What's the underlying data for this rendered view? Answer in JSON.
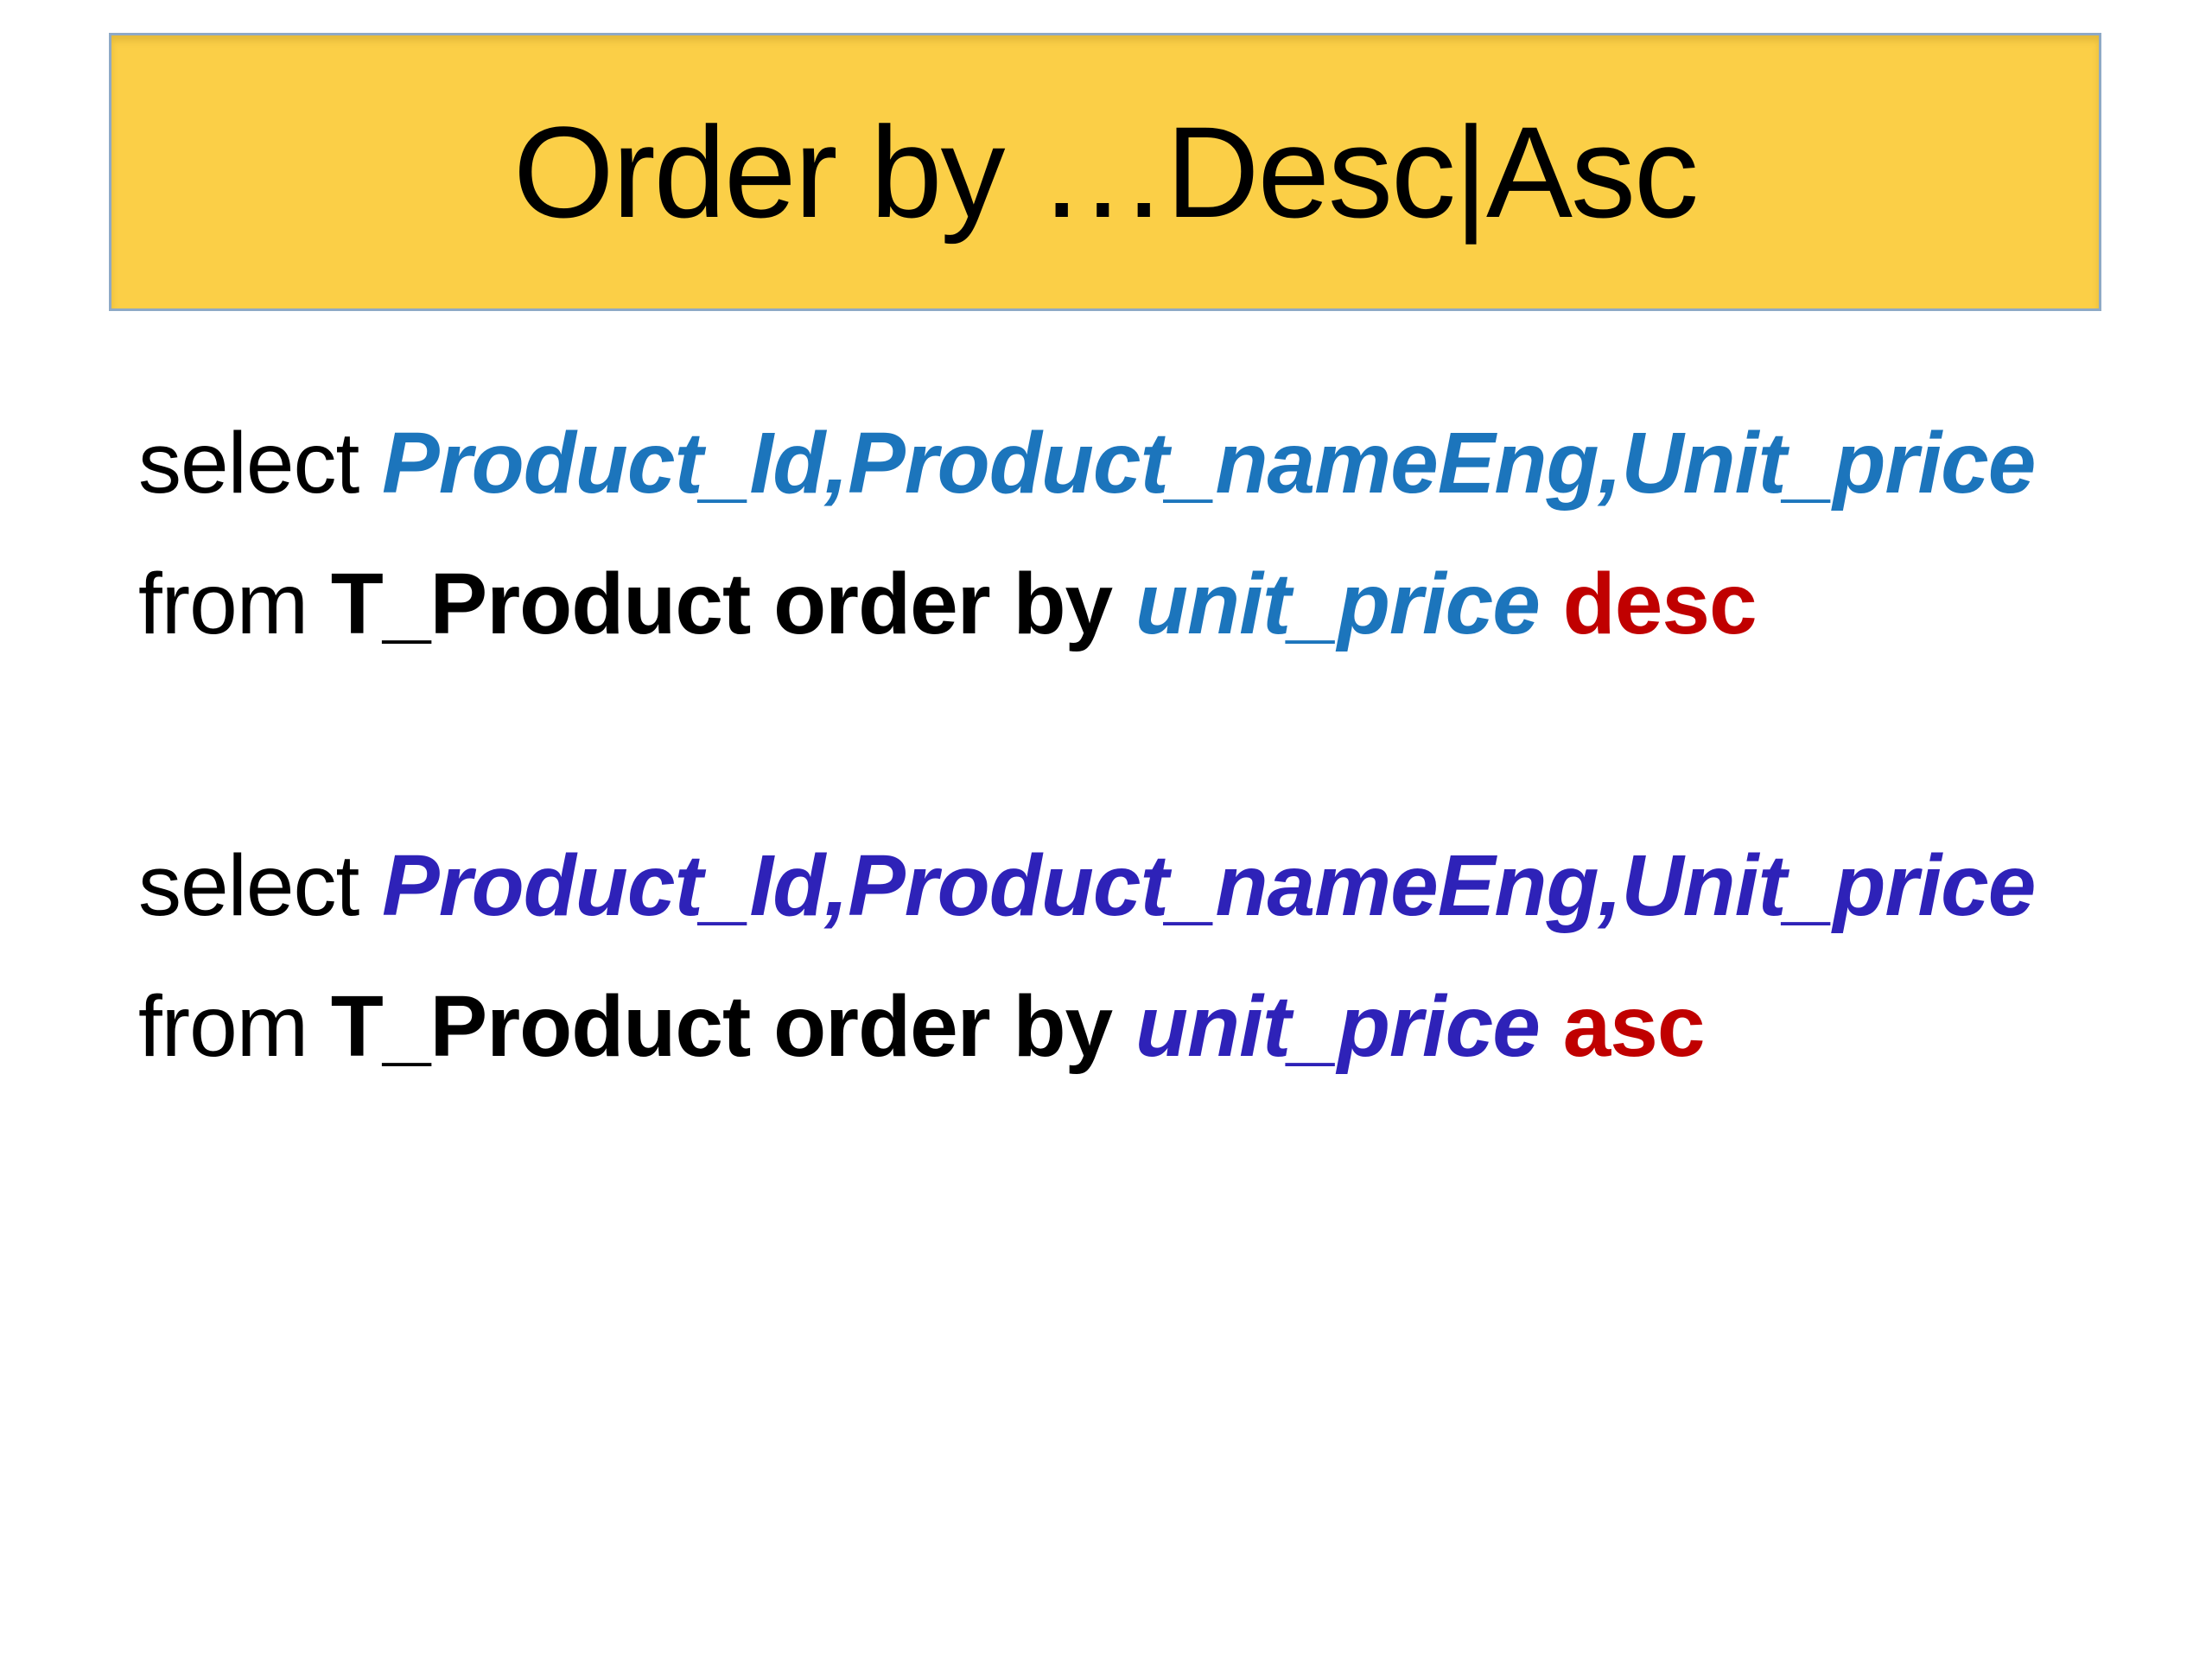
{
  "title": {
    "text": "Order by …Desc|Asc"
  },
  "colors": {
    "slide_background": "#FFFFFF",
    "title_background": "#FBCF47",
    "title_border": "#8EA9C6",
    "body_text": "#000000",
    "identifier_blue": "#1C75BC",
    "identifier_indigo": "#2E22B8",
    "keyword_red": "#C00000"
  },
  "queries": [
    {
      "lines": [
        {
          "segments": [
            {
              "text": "select ",
              "style": "plain"
            },
            {
              "text": "Product_Id,Product_nameEng,Unit_price",
              "style": "identifier-blue"
            }
          ]
        },
        {
          "segments": [
            {
              "text": "from ",
              "style": "plain"
            },
            {
              "text": "T_Product order by ",
              "style": "bold"
            },
            {
              "text": "unit_price ",
              "style": "identifier-blue"
            },
            {
              "text": "desc",
              "style": "keyword-red"
            }
          ]
        }
      ]
    },
    {
      "lines": [
        {
          "segments": [
            {
              "text": "select ",
              "style": "plain"
            },
            {
              "text": "Product_Id,Product_nameEng,Unit_price",
              "style": "identifier-indigo"
            }
          ]
        },
        {
          "segments": [
            {
              "text": "from ",
              "style": "plain"
            },
            {
              "text": "T_Product order by ",
              "style": "bold"
            },
            {
              "text": "unit_price ",
              "style": "identifier-indigo"
            },
            {
              "text": "asc",
              "style": "keyword-red"
            }
          ]
        }
      ]
    }
  ]
}
